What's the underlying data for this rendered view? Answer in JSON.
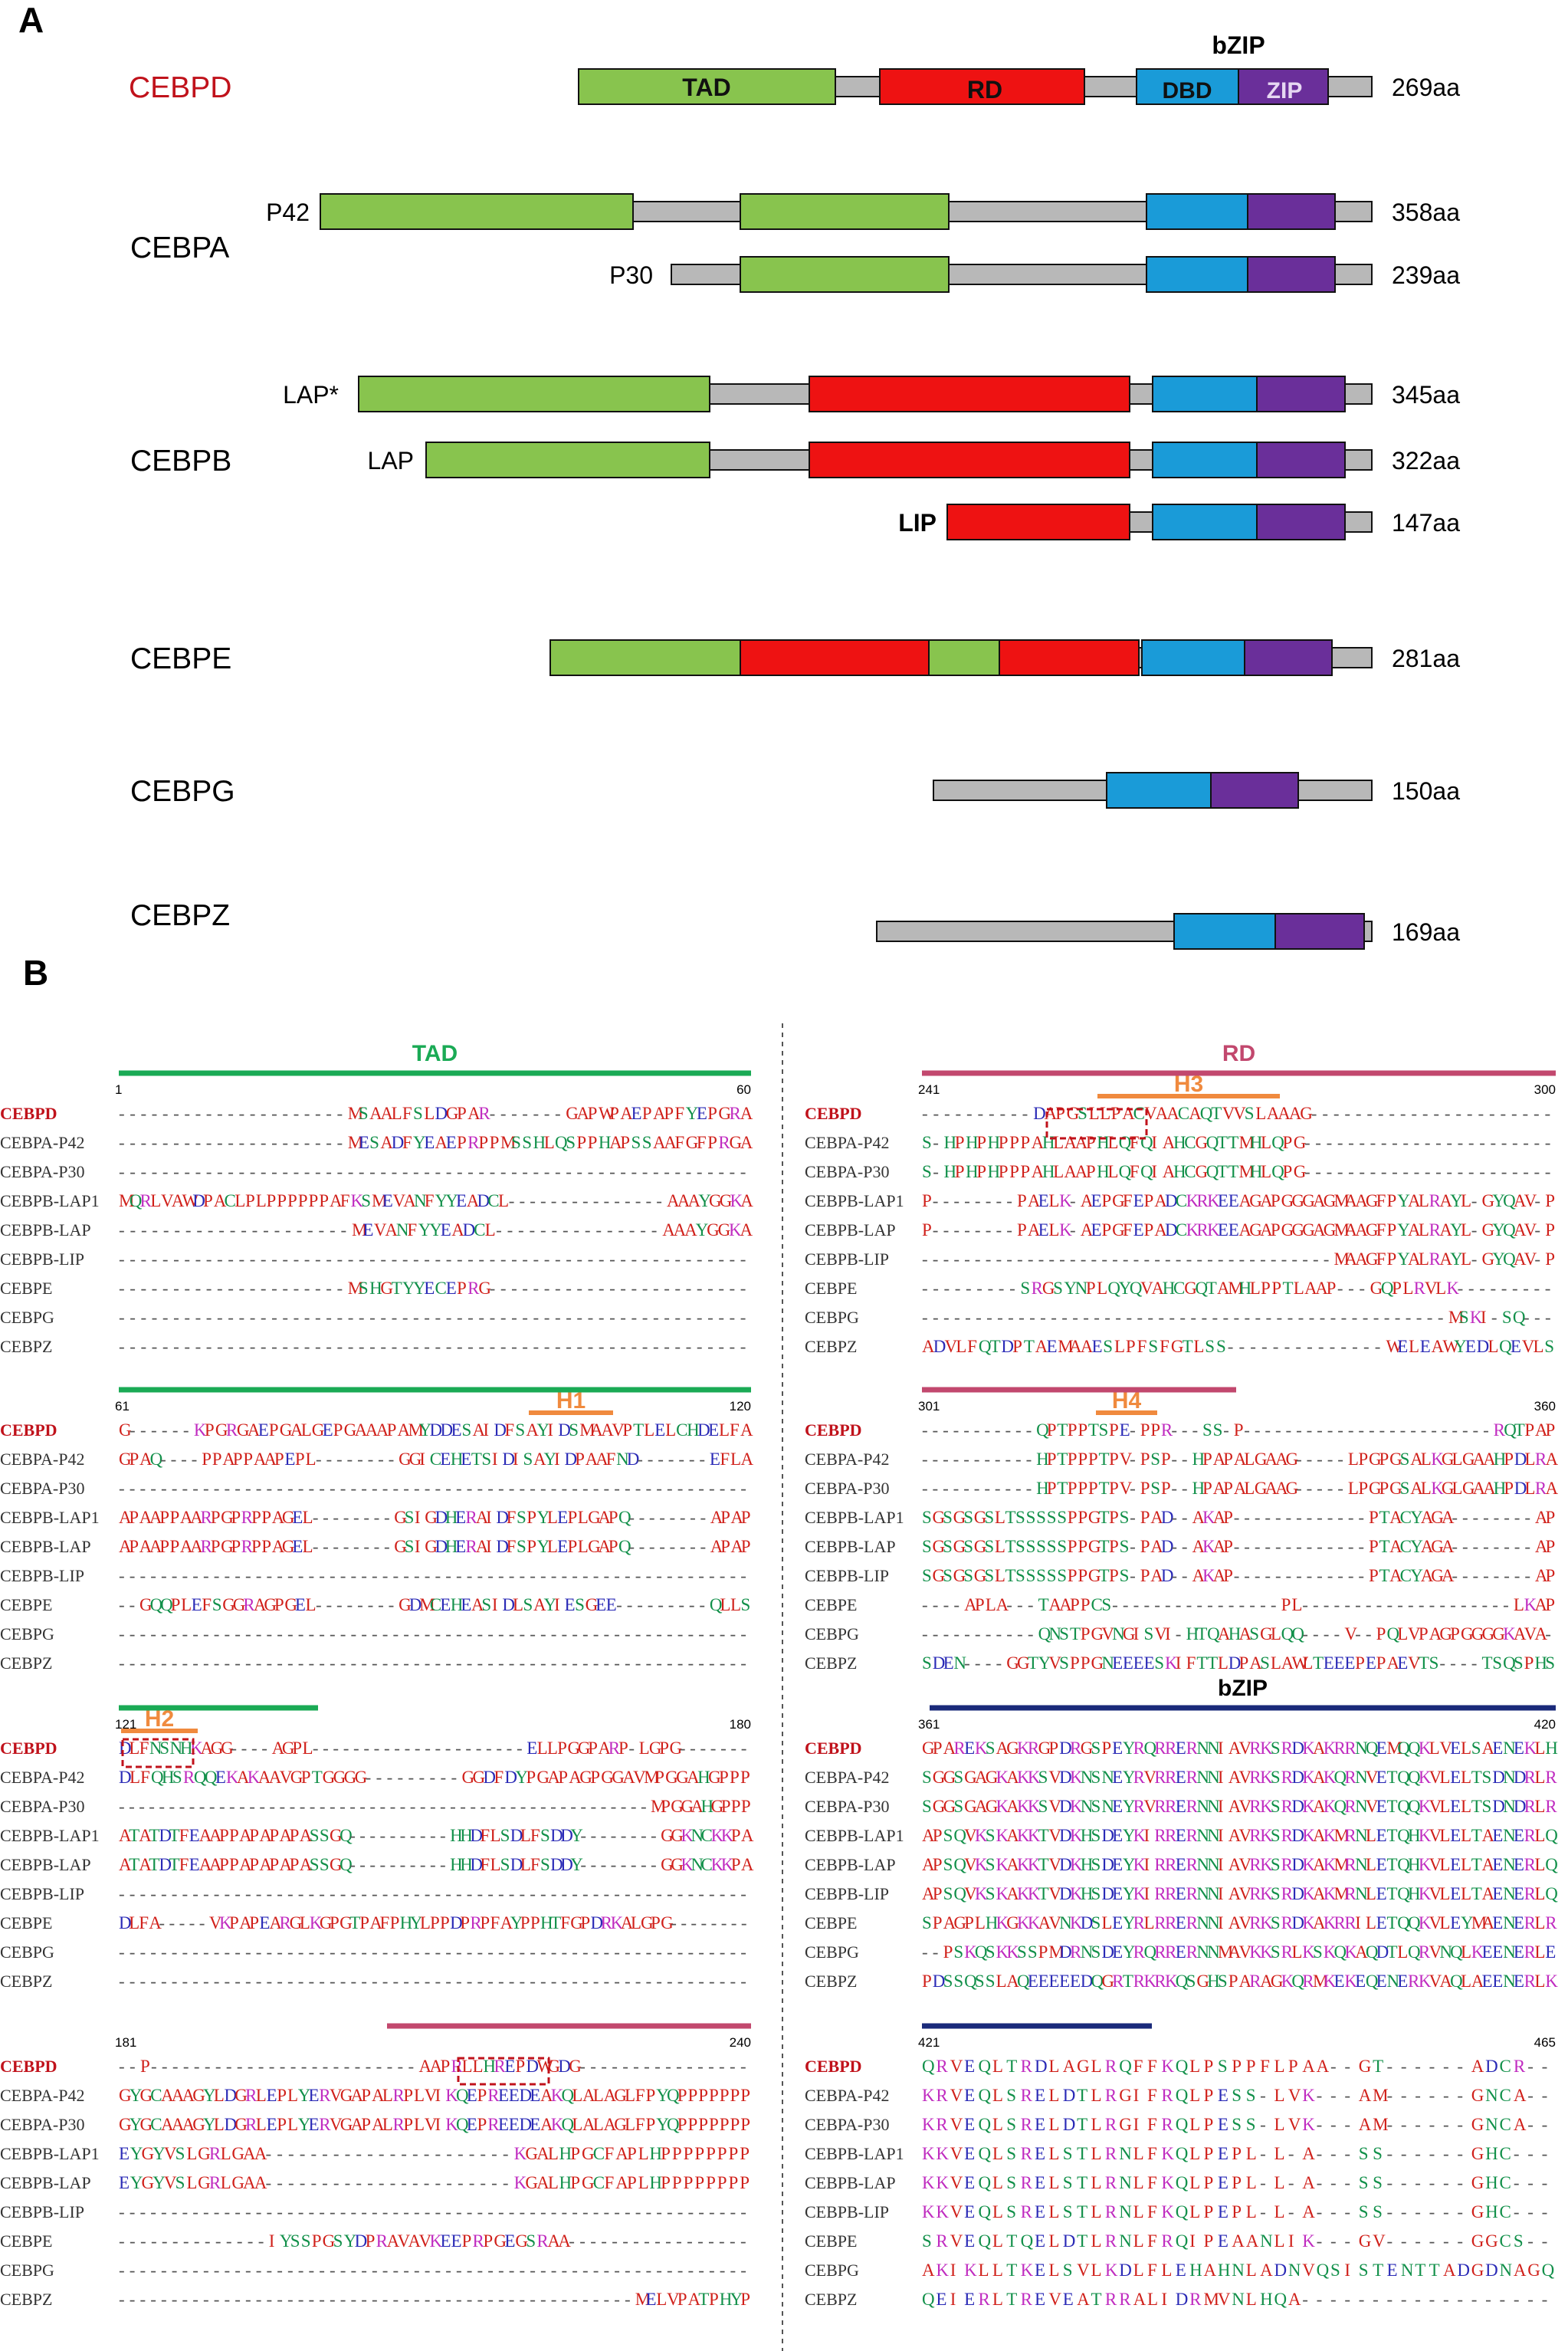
{
  "panel_a": {
    "panel_label": "A",
    "bzip_label": "bZIP",
    "domain_labels": {
      "tad": "TAD",
      "rd": "RD",
      "dbd": "DBD",
      "zip": "ZIP"
    },
    "colors": {
      "tad": "#88c44e",
      "rd": "#ee1212",
      "dbd": "#1a9bd8",
      "zip": "#6a2f9a",
      "linker": "#b8b8b8",
      "cebpd_name": "#c0121b"
    },
    "proteins": [
      {
        "name": "CEBPD",
        "highlight": true
      },
      {
        "name": "CEBPA"
      },
      {
        "name": "CEBPB"
      },
      {
        "name": "CEBPE"
      },
      {
        "name": "CEBPG"
      },
      {
        "name": "CEBPZ"
      }
    ],
    "isoforms": [
      {
        "label": "",
        "length": "269aa"
      },
      {
        "label": "P42",
        "length": "358aa"
      },
      {
        "label": "P30",
        "length": "239aa"
      },
      {
        "label": "LAP*",
        "length": "345aa"
      },
      {
        "label": "LAP",
        "length": "322aa"
      },
      {
        "label": "LIP",
        "length": "147aa"
      },
      {
        "label": "",
        "length": "281aa"
      },
      {
        "label": "",
        "length": "150aa"
      },
      {
        "label": "",
        "length": "169aa"
      }
    ]
  },
  "panel_b": {
    "panel_label": "B",
    "seq_names": [
      "CEBPD",
      "CEBPA-P42",
      "CEBPA-P30",
      "CEBPB-LAP1",
      "CEBPB-LAP",
      "CEBPB-LIP",
      "CEBPE",
      "CEBPG",
      "CEBPZ"
    ],
    "region_colors": {
      "TAD": "#1aaa55",
      "RD": "#c2486e",
      "H": "#f08a3e",
      "bZIP": "#1a2a7a"
    },
    "blocks": [
      {
        "start": "1",
        "end": "60",
        "region": "TAD",
        "region_color": "#1aaa55",
        "subs": [],
        "rows": [
          "---------------------MSAALFSLDGPAR-------GAPWPAEPAPFYEPGRA",
          "---------------------MESADFYEAEPRPPMSSHLQSPPHAPSSAAFGFPRGA",
          "----------------------------------------------------------",
          "MQRLVAWDPACLPLPPPPPPAFKSMEVANFYYEADCL---------------AAAYGGKA",
          "---------------------MEVANFYYEADCL---------------AAAYGGKA",
          "----------------------------------------------------------",
          "---------------------MSHGTYYECEPRG------------------------",
          "----------------------------------------------------------",
          "----------------------------------------------------------"
        ]
      },
      {
        "start": "241",
        "end": "300",
        "region": "RD",
        "region_color": "#c2486e",
        "subs": [
          "H3"
        ],
        "rows": [
          "----------DAPGSLLPACVAACAQTVVSLAAAG----------------------",
          "S-HPHPHPPPAHLAAPHLQFQIAHCGQTTMHLQPG-----------------------",
          "S-HPHPHPPPAHLAAPHLQFQIAHCGQTTMHLQPG-----------------------",
          "P--------PAELK-AEPGFEPADCKRKEEAGAPGGGAGMAAGFPYALRAYL-GYQAV-P",
          "P--------PAELK-AEPGFEPADCKRKEEAGAPGGGAGMAAGFPYALRAYL-GYQAV-P",
          "---------------------------------------MAAGFPYALRAYL-GYQAV-P",
          "---------SRGSYNPLQYQVAHCGQTAMHLPPTLAAP---GQPLRVLK---------",
          "-------------------------------------------------MSKI-SQ---",
          "ADVLFQTDPTAEMAAESLPFSFGTLSS--------------WELEAWYEDLQEVLS"
        ]
      },
      {
        "start": "61",
        "end": "120",
        "region": "TAD",
        "region_color": "#1aaa55",
        "subs": [
          "H1"
        ],
        "rows": [
          "G------KPGRGAEPGALGEPGAAAPAMYDDESAIDFSAYIDSMAAVPTLELCHDELFA",
          "GPAQ----PPAPPAAPEPL--------GGICEHETSIDISAYIDPAAFND-------EFLA",
          "------------------------------------------------------------",
          "APAAPPAARPGPRPPAGEL--------GSIGDHERAIDFSPYLEPLGAPQ--------APAP",
          "APAAPPAARPGPRPPAGEL--------GSIGDHERAIDFSPYLEPLGAPQ--------APAP",
          "------------------------------------------------------------",
          "--GQQPLEFSGGRAGPGEL--------GDMCEHEASIDLSAYIESGEE---------QLLS",
          "------------------------------------------------------------",
          "------------------------------------------------------------"
        ]
      },
      {
        "start": "301",
        "end": "360",
        "region": "RD",
        "region_color": "#c2486e",
        "subs": [
          "H4"
        ],
        "rows": [
          "-----------QPTPPTSPE-PPR---SS-P------------------------RQTPAP",
          "-----------HPTPPPTPV-PSP--HPAPALGAAG-----LPGPGSALKGLGAAHPDLRA",
          "-----------HPTPPPTPV-PSP--HPAPALGAAG-----LPGPGSALKGLGAAHPDLRA",
          "SGSGSGSLTSSSSSPPGTPS-PAD--AKAP-------------PTACYAGA--------AP",
          "SGSGSGSLTSSSSSPPGTPS-PAD--AKAP-------------PTACYAGA--------AP",
          "SGSGSGSLTSSSSSPPGTPS-PAD--AKAP-------------PTACYAGA--------AP",
          "----APLA---TAAPPCS----------------PL--------------------LKAP",
          "-----------QNSTPGVNGISVI-HTQAHASGLQQ----V--PQLVPAGPGGGGKAVA-",
          "SDEN----GGTYVSPPGNEEEESKIFTTLDPASLAWLTEEEPEPAEVTS----TSQSPHS"
        ]
      },
      {
        "start": "121",
        "end": "180",
        "region": "TAD",
        "region_color": "#1aaa55",
        "subs": [
          "H2"
        ],
        "rows": [
          "DLFNSNHKAGG----AGPL---------------------ELLPGGPARP-LGPG-------",
          "DLFQHSRQQEKAKAAVGPTGGGG---------GGDFDYPGAPAGPGGAVMPGGAHGPPP",
          "-----------------------------------------------------MPGGAHGPPP",
          "ATATDTFEAAPPAPAPAPASSGQ----------HHDFLSDLFSDDY--------GGKNCKKPA",
          "ATATDTFEAAPPAPAPAPASSGQ----------HHDFLSDLFSDDY--------GGKNCKKPA",
          "------------------------------------------------------------",
          "DLFA-----VKPAPEARGLKGPGTPAFPHYLPPDPRPFAYPPHTFGPDRKALGPG--------",
          "------------------------------------------------------------",
          "------------------------------------------------------------"
        ]
      },
      {
        "start": "361",
        "end": "420",
        "region": "bZIP",
        "region_color": "#1a2a7a",
        "subs": [],
        "rows": [
          "GPAREKSAGKRGPDRGSPEYRQRRERNNIAVRKSRDKAKRRNQEMQQKLVELSAENEKLH",
          "SGGSGAGKAKKSVDKNSNEYRVRRERNNIAVRKSRDKAKQRNVETQQKVLELTSDNDRLR",
          "SGGSGAGKAKKSVDKNSNEYRVRRERNNIAVRKSRDKAKQRNVETQQKVLELTSDNDRLR",
          "APSQVKSKAKKTVDKHSDEYKIRRERNNIAVRKSRDKAKMRNLETQHKVLELTAENERLQ",
          "APSQVKSKAKKTVDKHSDEYKIRRERNNIAVRKSRDKAKMRNLETQHKVLELTAENERLQ",
          "APSQVKSKAKKTVDKHSDEYKIRRERNNIAVRKSRDKAKMRNLETQHKVLELTAENERLQ",
          "SPAGPLHKGKKAVNKDSLEYRLRRERNNIAVRKSRDKAKRRILETQQKVLEYMAENERLR",
          "--PSKQSKKSSPMDRNSDEYRQRRERNNMAVKKSRLKSKQKAQDTLQRVNQLKEENERLE",
          "PDSSQSSLAQEEEEEDQGRTRKRKQSGHSPARAGKQRMKEKEQENERKVAQLAEENERLK"
        ]
      },
      {
        "start": "181",
        "end": "240",
        "region": "RD",
        "region_color": "#c2486e",
        "subs": [],
        "rows": [
          "--P-------------------------AAPRLLHREPDWGDG----------------",
          "GYGCAAAGYLDGRLEPLYERVGAPALRPLVIKQEPREEDEAKQLALAGLFPYQPPPPPPP",
          "GYGCAAAGYLDGRLEPLYERVGAPALRPLVIKQEPREEDEAKQLALAGLFPYQPPPPPPP",
          "EYGYVSLGRLGAA----------------------KGALHPGCFAPLHPPPPPPPP",
          "EYGYVSLGRLGAA----------------------KGALHPGCFAPLHPPPPPPPP",
          "------------------------------------------------------------",
          "--------------IYSSPGSYDPRAVAVKEEPRPGEGSRAA-----------------",
          "------------------------------------------------------------",
          "-------------------------------------------------MELVPATPHYP"
        ]
      },
      {
        "start": "421",
        "end": "465",
        "region": "bZIP",
        "region_color": "#1a2a7a",
        "subs": [],
        "rows": [
          "QRVEQLTRDLAGLRQFFKQLPSPPFLPAA--GT------ADCR--",
          "KRVEQLSRELDTLRGIFRQLPESS-LVK---AM------GNCA--",
          "KRVEQLSRELDTLRGIFRQLPESS-LVK---AM------GNCA--",
          "KKVEQLSRELSTLRNLFKQLPEPL-L-A---SS------GHC---",
          "KKVEQLSRELSTLRNLFKQLPEPL-L-A---SS------GHC---",
          "KKVEQLSRELSTLRNLFKQLPEPL-L-A---SS------GHC---",
          "SRVEQLTQELDTLRNLFRQIPEAANLIK---GV------GGCS--",
          "AKIKLLTKELSVLKDLFLEHAHNLADNVQSISTENTTADGDNAGQ",
          "QEIERLTREVEATRRALIDRMVNLHQA------------------"
        ]
      }
    ]
  }
}
